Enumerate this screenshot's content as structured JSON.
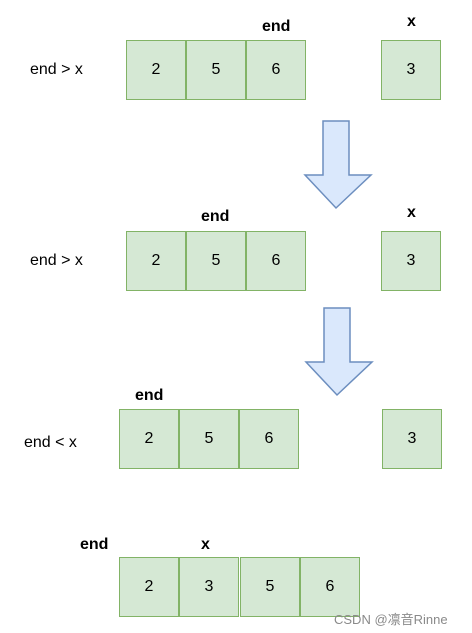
{
  "step1": {
    "condition": "end > x",
    "end_label": "end",
    "x_label": "x",
    "array": [
      "2",
      "5",
      "6"
    ],
    "x_value": "3"
  },
  "step2": {
    "condition": "end > x",
    "end_label": "end",
    "x_label": "x",
    "array": [
      "2",
      "5",
      "6"
    ],
    "x_value": "3"
  },
  "step3": {
    "condition": "end < x",
    "end_label": "end",
    "array": [
      "2",
      "5",
      "6"
    ],
    "x_value": "3"
  },
  "step4": {
    "end_label": "end",
    "x_label": "x",
    "array": [
      "2",
      "3",
      "5",
      "6"
    ]
  },
  "colors": {
    "cell_fill": "#d5e8d4",
    "cell_border": "#82b366",
    "arrow_fill": "#dae8fc",
    "arrow_border": "#6c8ebf"
  },
  "watermark": "CSDN @凛音Rinne"
}
